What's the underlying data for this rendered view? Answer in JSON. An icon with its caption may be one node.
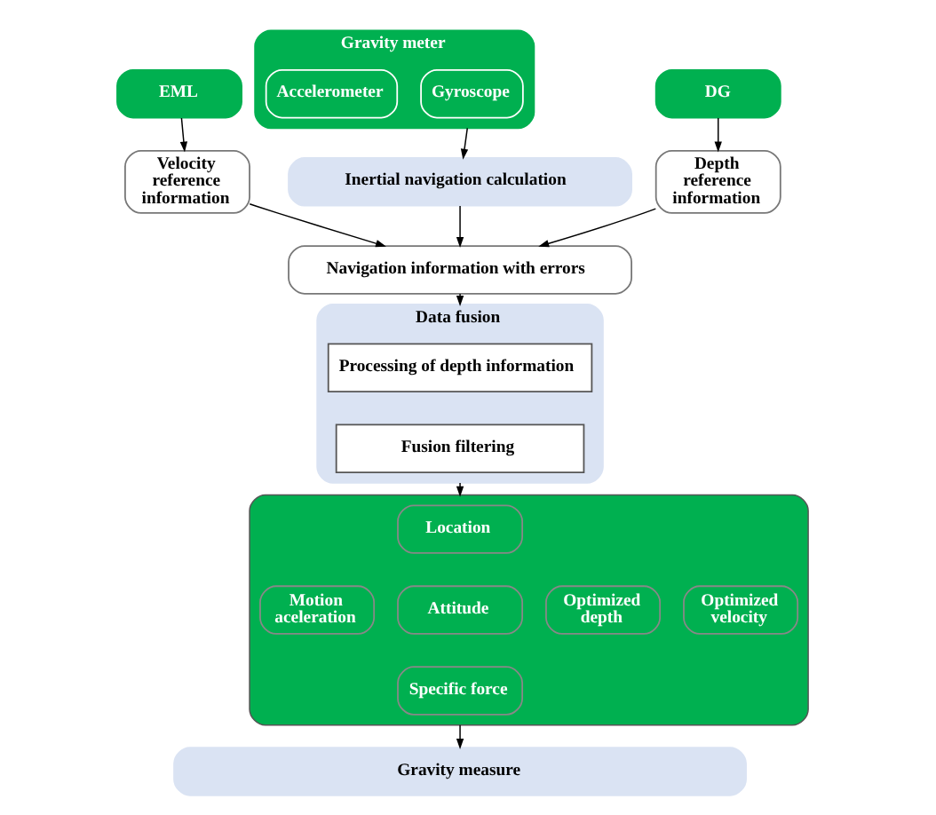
{
  "diagram": {
    "nodes": [
      {
        "text": [
          "EML"
        ]
      },
      {
        "text": [
          "Gravity meter"
        ]
      },
      {
        "text": [
          "Accelerometer"
        ],
        "in": 1
      },
      {
        "text": [
          "Gyroscope"
        ],
        "in": 1
      },
      {
        "text": [
          "DG"
        ]
      },
      {
        "text": [
          "Velocity reference information"
        ]
      },
      {
        "text": [
          "Inertial navigation calculation"
        ]
      },
      {
        "text": [
          "Depth reference information"
        ]
      },
      {
        "text": [
          "Navigation information with errors"
        ]
      },
      {
        "text": [
          "Data fusion"
        ]
      },
      {
        "text": [
          "Processing of depth information"
        ],
        "in": 9
      },
      {
        "text": [
          "Fusion filtering"
        ],
        "in": 9
      },
      {
        "text": [],
        "shape": "box"
      },
      {
        "text": [
          "Motion aceleration"
        ],
        "in": 12
      },
      {
        "text": [
          "Location"
        ],
        "in": 12
      },
      {
        "text": [
          "Attitude"
        ],
        "in": 12
      },
      {
        "text": [
          "Specific force"
        ],
        "in": 12
      },
      {
        "text": [
          "Optimized depth"
        ],
        "in": 12
      },
      {
        "text": [
          "Optimized velocity"
        ],
        "in": 12
      },
      {
        "text": [
          "Gravity measure"
        ]
      }
    ],
    "edges": [
      {
        "from": 0,
        "to": 5,
        "arrow": "to"
      },
      {
        "from": 1,
        "to": 6,
        "arrow": "to"
      },
      {
        "from": 4,
        "to": 7,
        "arrow": "to"
      },
      {
        "from": 5,
        "to": 8,
        "arrow": "to"
      },
      {
        "from": 6,
        "to": 8,
        "arrow": "to"
      },
      {
        "from": 7,
        "to": 8,
        "arrow": "to"
      },
      {
        "from": 8,
        "to": 9,
        "arrow": "to"
      },
      {
        "from": 9,
        "to": 12,
        "arrow": "to"
      },
      {
        "from": 12,
        "to": 19,
        "arrow": "to"
      }
    ]
  }
}
